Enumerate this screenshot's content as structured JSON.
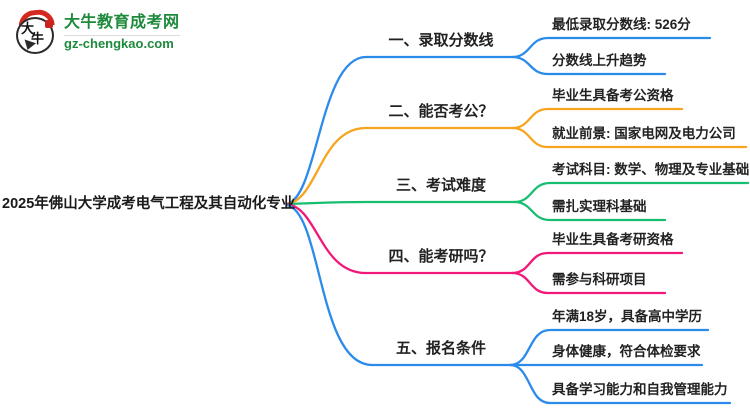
{
  "logo": {
    "bubble_char_1": "大",
    "bubble_char_2": "牛",
    "site_name": "大牛教育成考网",
    "site_domain": "gz-chengkao.com",
    "brand_green": "#1e8a3c",
    "brand_red": "#d5281e"
  },
  "root": {
    "title": "2025年佛山大学成考电气工程及其自动化专业"
  },
  "branches": [
    {
      "label": "一、录取分数线",
      "color": "#2b8bea",
      "children": [
        "最低录取分数线: 526分",
        "分数线上升趋势"
      ]
    },
    {
      "label": "二、能否考公？",
      "color": "#f6a51f",
      "children": [
        "毕业生具备考公资格",
        "就业前景: 国家电网及电力公司"
      ]
    },
    {
      "label": "三、考试难度",
      "color": "#17be6f",
      "children": [
        "考试科目: 数学、物理及专业基础",
        "需扎实理科基础"
      ]
    },
    {
      "label": "四、能考研吗？",
      "color": "#f11879",
      "children": [
        "毕业生具备考研资格",
        "需参与科研项目"
      ]
    },
    {
      "label": "五、报名条件",
      "color": "#2b8bea",
      "children": [
        "年满18岁，具备高中学历",
        "身体健康，符合体检要求",
        "具备学习能力和自我管理能力"
      ]
    }
  ]
}
